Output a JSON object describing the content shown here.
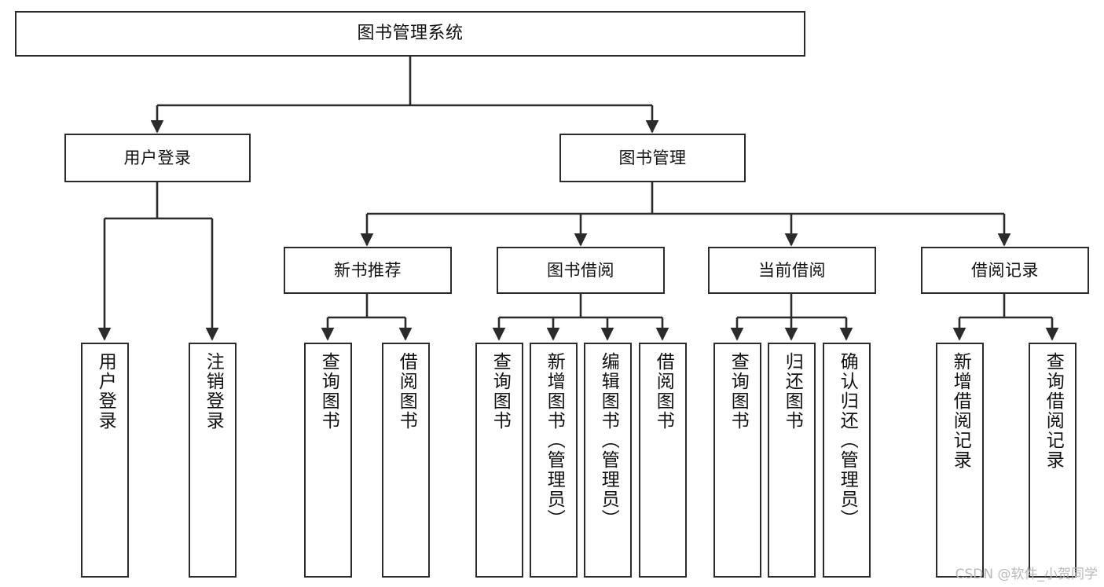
{
  "diagram": {
    "type": "tree-hierarchy",
    "title": "图书管理系统",
    "orientation": "top-down",
    "colors": {
      "box_border": "#2b2b2b",
      "box_fill": "#ffffff",
      "connector": "#2b2b2b",
      "watermark": "#b9b9b9",
      "background": "#ffffff"
    }
  },
  "watermark": {
    "text": "CSDN @软件_小贺同学"
  },
  "nodes": {
    "root": {
      "label": "图书管理系统",
      "level": 0
    },
    "level1": [
      {
        "id": "user-login",
        "label": "用户登录"
      },
      {
        "id": "book-manage",
        "label": "图书管理"
      }
    ],
    "level2": [
      {
        "id": "new-book-recommend",
        "label": "新书推荐",
        "parent": "book-manage"
      },
      {
        "id": "book-borrow",
        "label": "图书借阅",
        "parent": "book-manage"
      },
      {
        "id": "current-borrow",
        "label": "当前借阅",
        "parent": "book-manage"
      },
      {
        "id": "borrow-record",
        "label": "借阅记录",
        "parent": "book-manage"
      }
    ],
    "leaves": [
      {
        "id": "leaf-user-login",
        "label": "用户登录",
        "parent": "user-login"
      },
      {
        "id": "leaf-logout-login",
        "label": "注销登录",
        "parent": "user-login"
      },
      {
        "id": "leaf-query-book-1",
        "label": "查询图书",
        "parent": "new-book-recommend"
      },
      {
        "id": "leaf-borrow-book-1",
        "label": "借阅图书",
        "parent": "new-book-recommend"
      },
      {
        "id": "leaf-query-book-2",
        "label": "查询图书",
        "parent": "book-borrow"
      },
      {
        "id": "leaf-add-book",
        "label": "新增图书（管理员）",
        "parent": "book-borrow"
      },
      {
        "id": "leaf-edit-book",
        "label": "编辑图书（管理员）",
        "parent": "book-borrow"
      },
      {
        "id": "leaf-borrow-book-2",
        "label": "借阅图书",
        "parent": "book-borrow"
      },
      {
        "id": "leaf-query-book-3",
        "label": "查询图书",
        "parent": "current-borrow"
      },
      {
        "id": "leaf-return-book",
        "label": "归还图书",
        "parent": "current-borrow"
      },
      {
        "id": "leaf-confirm-return",
        "label": "确认归还（管理员）",
        "parent": "current-borrow"
      },
      {
        "id": "leaf-add-record",
        "label": "新增借阅记录",
        "parent": "borrow-record"
      },
      {
        "id": "leaf-query-record",
        "label": "查询借阅记录",
        "parent": "borrow-record"
      }
    ]
  }
}
